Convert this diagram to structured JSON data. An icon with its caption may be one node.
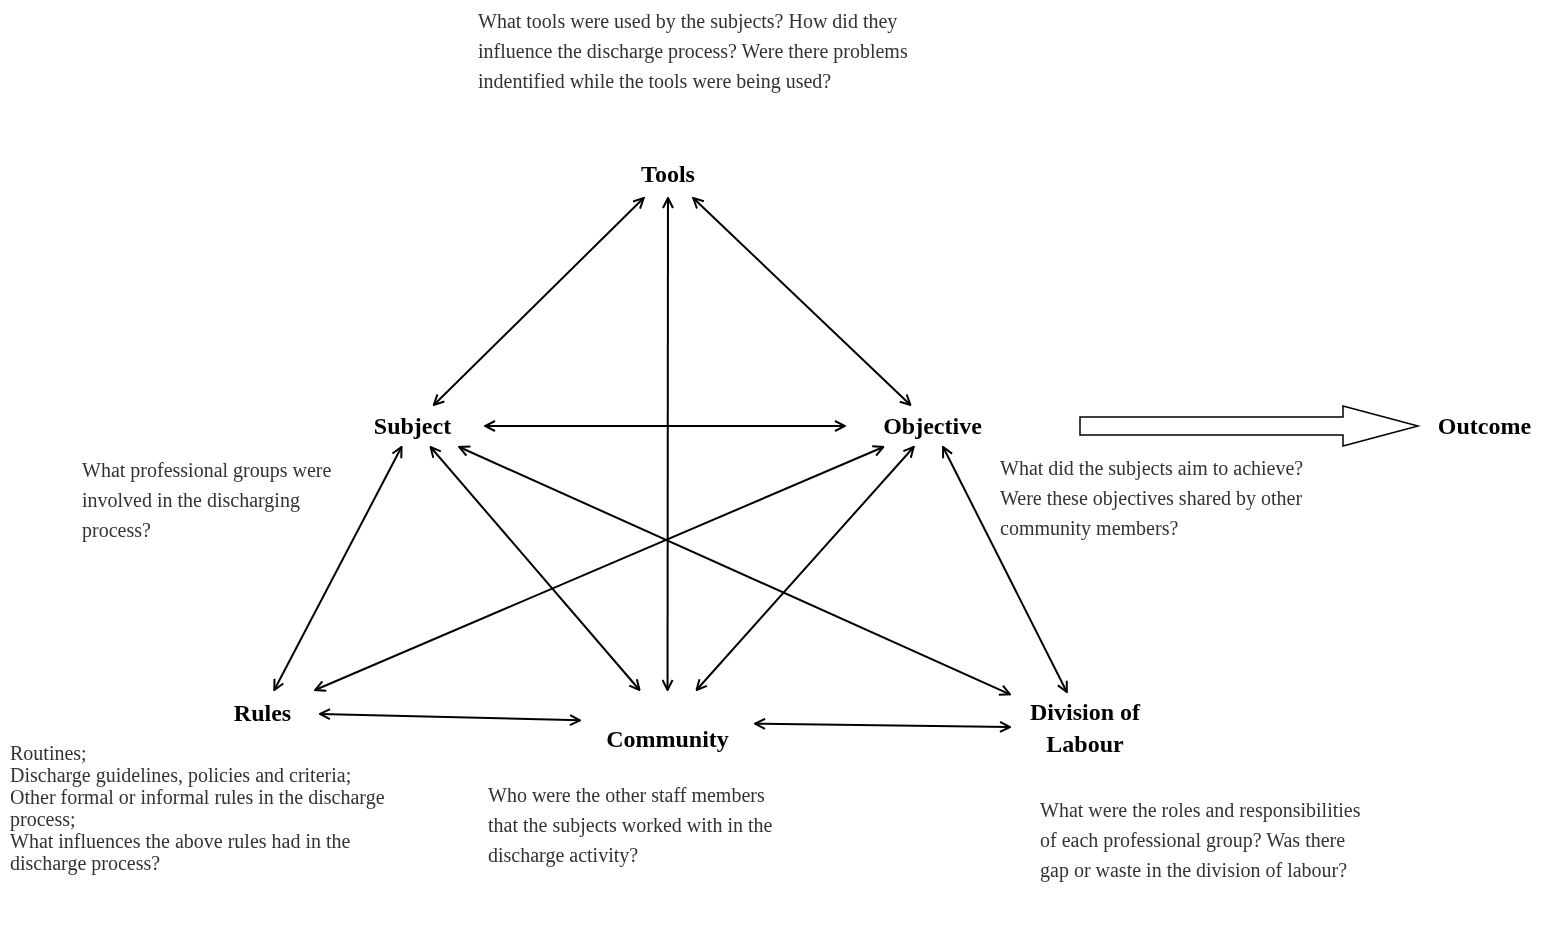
{
  "diagram": {
    "nodes": [
      {
        "text": [
          "Tools"
        ],
        "beside": [
          "What tools were used by the subjects? How did they influence the discharge process? Were there problems indentified while the tools were being used?"
        ]
      },
      {
        "text": [
          "Subject"
        ],
        "beside": [
          "What professional groups were involved in the discharging process?"
        ]
      },
      {
        "text": [
          "Objective"
        ],
        "beside": [
          "What did the subjects aim to achieve? Were these objectives shared by other   community members?"
        ]
      },
      {
        "text": [
          "Outcome"
        ]
      },
      {
        "text": [
          "Rules"
        ],
        "beside": [
          "Routines;",
          "Discharge guidelines, policies and criteria;",
          "Other formal or informal rules in the discharge process;",
          "What influences the above rules had in the discharge process?"
        ]
      },
      {
        "text": [
          "Community"
        ],
        "beside": [
          "Who were the other staff members that the subjects worked with in the discharge activity?"
        ]
      },
      {
        "text": [
          "Division of Labour"
        ],
        "beside": [
          "What were the roles and responsibilities of each professional group? Was there gap or waste in the division of labour?"
        ]
      }
    ],
    "edges": [
      {
        "from": 0,
        "to": 1,
        "arrow": "both"
      },
      {
        "from": 0,
        "to": 2,
        "arrow": "both"
      },
      {
        "from": 0,
        "to": 5,
        "arrow": "both"
      },
      {
        "from": 1,
        "to": 2,
        "arrow": "both"
      },
      {
        "from": 1,
        "to": 4,
        "arrow": "both"
      },
      {
        "from": 1,
        "to": 5,
        "arrow": "both"
      },
      {
        "from": 1,
        "to": 6,
        "arrow": "both"
      },
      {
        "from": 2,
        "to": 4,
        "arrow": "both"
      },
      {
        "from": 2,
        "to": 5,
        "arrow": "both"
      },
      {
        "from": 2,
        "to": 6,
        "arrow": "both"
      },
      {
        "from": 4,
        "to": 5,
        "arrow": "both"
      },
      {
        "from": 5,
        "to": 6,
        "arrow": "both"
      },
      {
        "from": 2,
        "to": 3,
        "arrow": "to",
        "style": "thick"
      }
    ]
  }
}
